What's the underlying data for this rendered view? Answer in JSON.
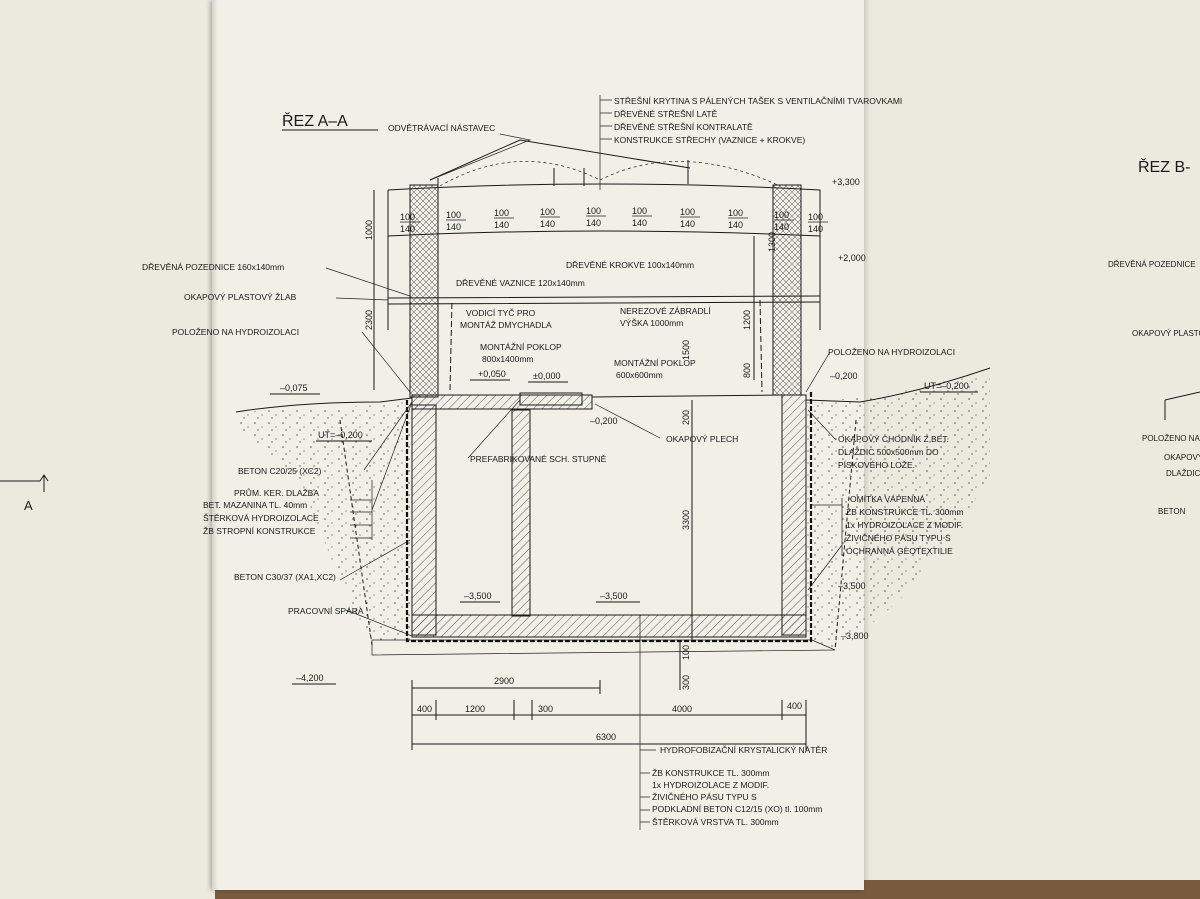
{
  "section_title": "ŘEZ A–A",
  "section_title_right": "ŘEZ B-",
  "marker_a": "A",
  "labels": {
    "odvetravaci": "ODVĚTRÁVACÍ NÁSTAVEC",
    "roof1": "STŘEŠNÍ KRYTINA S PÁLENÝCH TAŠEK S VENTILAČNÍMI TVAROVKAMI",
    "roof2": "DŘEVĚNÉ STŘEŠNÍ LATĚ",
    "roof3": "DŘEVĚNÉ STŘEŠNÍ KONTRALATĚ",
    "roof4": "KONSTRUKCE STŘECHY (VAZNICE + KROKVE)",
    "pozednice": "DŘEVĚNÁ POZEDNICE 160x140mm",
    "zlab": "OKAPOVÝ PLASTOVÝ ŽLAB",
    "polozeno_l": "POLOŽENO NA HYDROIZOLACI",
    "polozeno_r": "POLOŽENO NA HYDROIZOLACI",
    "vaznice": "DŘEVĚNÉ VAZNICE 120x140mm",
    "krokve": "DŘEVĚNÉ KROKVE 100x140mm",
    "vodici1": "VODICÍ TYČ PRO",
    "vodici2": "MONTÁŽ DMYCHADLA",
    "zabradli1": "NEREZOVÉ ZÁBRADLÍ",
    "zabradli2": "VÝŠKA 1000mm",
    "poklop1a": "MONTÁŽNÍ POKLOP",
    "poklop1b": "800x1400mm",
    "poklop2a": "MONTÁŽNÍ POKLOP",
    "poklop2b": "600x600mm",
    "beton2025": "BETON C20/25 (XC2)",
    "prefab": "PREFABRIKOVANÉ SCH. STUPNĚ",
    "plech": "OKAPOVÝ PLECH",
    "chodnik1": "OKAPOVÝ CHODNÍK Z BET.",
    "chodnik2": "DLAŽDIC 500x500mm DO",
    "chodnik3": "PÍSKOVÉHO LOŽE.",
    "floor1": "PRŮM. KER. DLAŽBA",
    "floor2": "BET. MAZANINA TL. 40mm",
    "floor3": "ŠTĚRKOVÁ HYDROIZOLACE",
    "floor4": "ŽB STROPNÍ KONSTRUKCE",
    "wall1": "OMÍTKA VÁPENNÁ",
    "wall2": "ŽB KONSTRUKCE TL. 300mm",
    "wall3": "1x HYDROIZOLACE Z MODIF.",
    "wall4": "ŽIVIČNÉHO PÁSU TYPU S",
    "wall5": "OCHRANNÁ GEOTEXTILIE",
    "beton3037": "BETON C30/37 (XA1,XC2)",
    "spara": "PRACOVNÍ SPÁRA",
    "base1": "HYDROFOBIZAČNÍ KRYSTALICKÝ NÁTĚR",
    "base2": "ŽB KONSTRUKCE TL. 300mm",
    "base3": "1x HYDROIZOLACE Z MODIF.",
    "base4": "ŽIVIČNÉHO PÁSU TYPU S",
    "base5": "PODKLADNÍ BETON C12/15 (XO) tl. 100mm",
    "base6": "ŠTĚRKOVÁ VRSTVA TL. 300mm"
  },
  "right_sheet_labels": {
    "pozednice": "DŘEVĚNÁ POZEDNICE",
    "okapovy_plast": "OKAPOVÝ PLASTO",
    "polozeno": "POLOŽENO NA",
    "okapovy": "OKAPOVÝ",
    "dlazdic": "DLAŽDIC",
    "beton": "BETON"
  },
  "levels": {
    "top": "+3,300",
    "plus2": "+2,000",
    "minus0075": "–0,075",
    "plus0050": "+0,050",
    "zero": "±0,000",
    "minus0200a": "–0,200",
    "minus0200b": "–0,200",
    "ut_left": "UT=–0,200",
    "ut_right": "UT=–0,200",
    "minus3500a": "–3,500",
    "minus3500b": "–3,500",
    "minus3500c": "–3,500",
    "minus3800": "–3,800",
    "minus4200": "–4,200"
  },
  "dimensions": {
    "d2900": "2900",
    "d400a": "400",
    "d1200": "1200",
    "d300a": "300",
    "d4000": "4000",
    "d400b": "400",
    "d6300": "6300",
    "v1000": "1000",
    "v2300": "2300",
    "v1300": "1300",
    "v1200": "1200",
    "v800": "800",
    "v1500": "1500",
    "v200": "200",
    "v3300": "3300",
    "v100": "100",
    "v300": "300"
  },
  "beam_size": {
    "top": "100",
    "bottom": "140"
  }
}
